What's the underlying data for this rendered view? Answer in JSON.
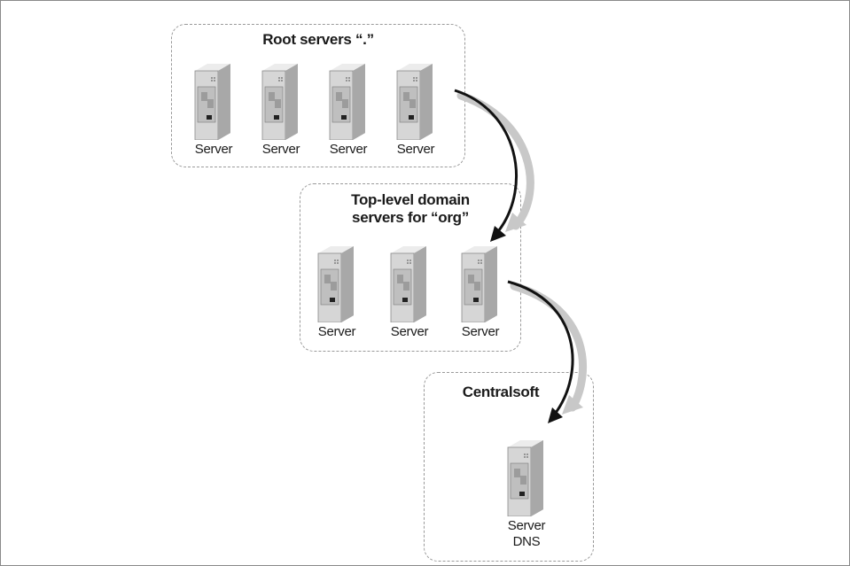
{
  "groups": {
    "root": {
      "title": "Root servers “.”",
      "servers": [
        "Server",
        "Server",
        "Server",
        "Server"
      ]
    },
    "tld": {
      "title_line1": "Top-level domain",
      "title_line2": "servers for “org”",
      "servers": [
        "Server",
        "Server",
        "Server"
      ]
    },
    "centralsoft": {
      "title": "Centralsoft",
      "server_label_line1": "Server",
      "server_label_line2": "DNS"
    }
  },
  "colors": {
    "arrow": "#111111",
    "arrow_shadow": "#c8c8c8",
    "box_border": "#9a9a9a",
    "server_front": "#d6d6d6",
    "server_side": "#8f8f8f"
  },
  "icons": {
    "server": "server-tower-icon"
  }
}
